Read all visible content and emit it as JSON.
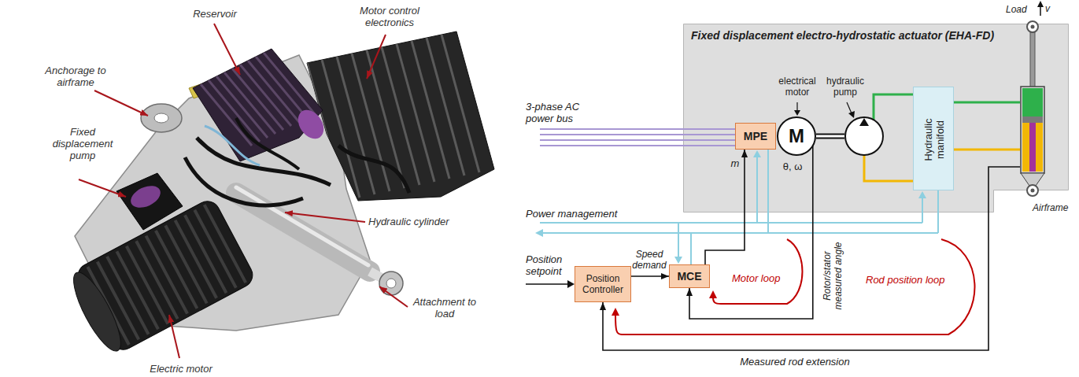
{
  "diagram": {
    "nodes": [
      {
        "text": [
          "Fixed displacement electro-hydrostatic actuator (EHA-FD)"
        ]
      },
      {
        "text": [
          "MPE"
        ],
        "in": 0
      },
      {
        "text": [
          "electrical motor",
          "M",
          "θ, ω"
        ],
        "in": 0
      },
      {
        "text": [
          "hydraulic pump"
        ],
        "in": 0
      },
      {
        "text": [
          "Hydraulic manifold"
        ],
        "in": 0
      },
      {
        "text": [
          "Load",
          "v",
          "Airframe"
        ]
      },
      {
        "text": [
          "Position Controller"
        ]
      },
      {
        "text": [
          "MCE"
        ]
      }
    ],
    "edges": [
      {
        "from": 6,
        "to": 7,
        "arrow": "to",
        "label": "Speed demand"
      },
      {
        "from": 7,
        "to": 1,
        "arrow": "to",
        "label": "m"
      },
      {
        "from": 2,
        "to": 3,
        "arrow": "none"
      },
      {
        "from": 3,
        "to": 4,
        "arrow": "none"
      },
      {
        "from": 3,
        "to": 4,
        "arrow": "none"
      },
      {
        "from": 4,
        "to": 5,
        "arrow": "none"
      },
      {
        "from": 4,
        "to": 5,
        "arrow": "none"
      },
      {
        "from": 2,
        "to": 7,
        "arrow": "to"
      },
      {
        "from": 5,
        "to": 6,
        "arrow": "to",
        "label": "Measured rod extension"
      }
    ],
    "labels": [
      "Anchorage to airframe",
      "Reservoir",
      "Motor control electronics",
      "Fixed displacement pump",
      "Hydraulic cylinder",
      "Attachment to load",
      "Electric motor",
      "3-phase AC power bus",
      "Power management",
      "Position setpoint",
      "Motor loop",
      "Rotor/stator measured angle",
      "Rod position loop"
    ]
  }
}
